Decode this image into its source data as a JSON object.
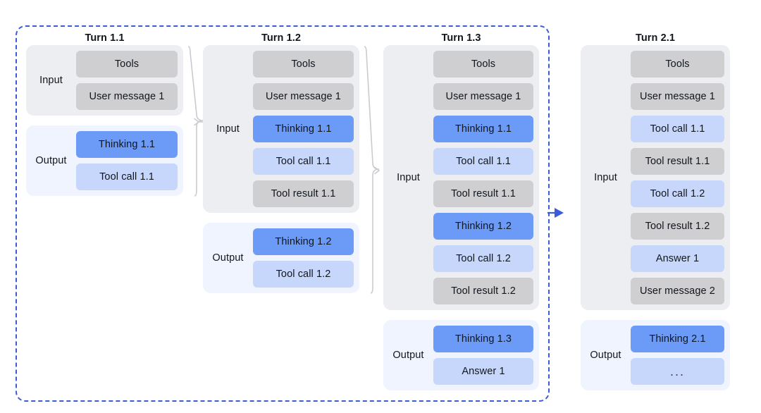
{
  "diagram": {
    "title_hidden": "",
    "colors": {
      "thinking": "#6B9BF7",
      "assistant": "#C7D7FB",
      "context": "#CFCFD1",
      "input_panel": "#EDEEF1",
      "output_panel": "#EFF4FE",
      "session_border": "#3B5BDB",
      "arrow": "#3B5BDB",
      "brace": "#C8CBD0"
    },
    "labels": {
      "input": "Input",
      "output": "Output"
    },
    "columns": [
      {
        "title": "Turn 1.1",
        "input": [
          {
            "text": "Tools",
            "kind": "gray"
          },
          {
            "text": "User message 1",
            "kind": "gray"
          }
        ],
        "output": [
          {
            "text": "Thinking 1.1",
            "kind": "blue"
          },
          {
            "text": "Tool call 1.1",
            "kind": "lightblue"
          }
        ]
      },
      {
        "title": "Turn 1.2",
        "input": [
          {
            "text": "Tools",
            "kind": "gray"
          },
          {
            "text": "User message 1",
            "kind": "gray"
          },
          {
            "text": "Thinking 1.1",
            "kind": "blue"
          },
          {
            "text": "Tool call 1.1",
            "kind": "lightblue"
          },
          {
            "text": "Tool result 1.1",
            "kind": "gray"
          }
        ],
        "output": [
          {
            "text": "Thinking 1.2",
            "kind": "blue"
          },
          {
            "text": "Tool call 1.2",
            "kind": "lightblue"
          }
        ]
      },
      {
        "title": "Turn 1.3",
        "input": [
          {
            "text": "Tools",
            "kind": "gray"
          },
          {
            "text": "User message 1",
            "kind": "gray"
          },
          {
            "text": "Thinking 1.1",
            "kind": "blue"
          },
          {
            "text": "Tool call 1.1",
            "kind": "lightblue"
          },
          {
            "text": "Tool result 1.1",
            "kind": "gray"
          },
          {
            "text": "Thinking 1.2",
            "kind": "blue"
          },
          {
            "text": "Tool call 1.2",
            "kind": "lightblue"
          },
          {
            "text": "Tool result 1.2",
            "kind": "gray"
          }
        ],
        "output": [
          {
            "text": "Thinking 1.3",
            "kind": "blue"
          },
          {
            "text": "Answer 1",
            "kind": "lightblue"
          }
        ]
      },
      {
        "title": "Turn 2.1",
        "input": [
          {
            "text": "Tools",
            "kind": "gray"
          },
          {
            "text": "User message 1",
            "kind": "gray"
          },
          {
            "text": "Tool call 1.1",
            "kind": "lightblue"
          },
          {
            "text": "Tool result 1.1",
            "kind": "gray"
          },
          {
            "text": "Tool call 1.2",
            "kind": "lightblue"
          },
          {
            "text": "Tool result 1.2",
            "kind": "gray"
          },
          {
            "text": "Answer 1",
            "kind": "lightblue"
          },
          {
            "text": "User message 2",
            "kind": "gray"
          }
        ],
        "output": [
          {
            "text": "Thinking 2.1",
            "kind": "blue"
          },
          {
            "text": "...",
            "kind": "dots"
          }
        ]
      }
    ]
  }
}
